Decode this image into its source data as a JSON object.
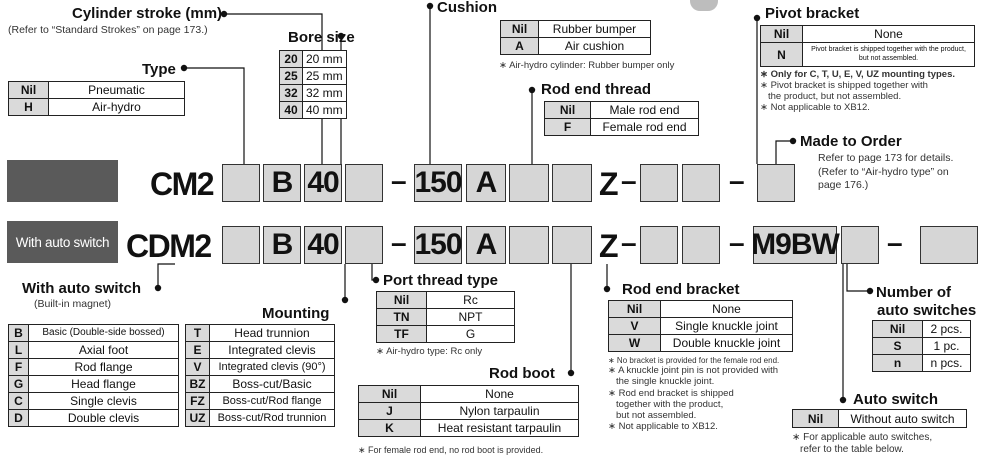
{
  "cylinder_stroke": {
    "title": "Cylinder stroke (mm)",
    "note": "(Refer to “Standard Strokes” on page 173.)"
  },
  "bore": {
    "title": "Bore size",
    "rows": [
      [
        "20",
        "20 mm"
      ],
      [
        "25",
        "25 mm"
      ],
      [
        "32",
        "32 mm"
      ],
      [
        "40",
        "40 mm"
      ]
    ]
  },
  "type": {
    "title": "Type",
    "rows": [
      [
        "Nil",
        "Pneumatic"
      ],
      [
        "H",
        "Air-hydro"
      ]
    ]
  },
  "cushion": {
    "title": "Cushion",
    "rows": [
      [
        "Nil",
        "Rubber bumper"
      ],
      [
        "A",
        "Air cushion"
      ]
    ],
    "note": "∗ Air-hydro cylinder: Rubber bumper only"
  },
  "pivot": {
    "title": "Pivot bracket",
    "rows": [
      [
        "Nil",
        "None"
      ],
      [
        "N",
        "Pivot bracket is shipped together with the product, but not assembled."
      ]
    ],
    "notes": [
      "∗ Only for C, T, U, E, V, UZ mounting types.",
      "∗ Pivot bracket is shipped together with",
      "the product, but not assembled.",
      "∗ Not applicable to XB12."
    ]
  },
  "rod_end_thread": {
    "title": "Rod end thread",
    "rows": [
      [
        "Nil",
        "Male rod end"
      ],
      [
        "F",
        "Female rod end"
      ]
    ]
  },
  "mto": {
    "title": "Made to Order",
    "notes": [
      "Refer to page 173 for details.",
      "(Refer to “Air-hydro type” on",
      "page 176.)"
    ]
  },
  "code1": {
    "prefix": "CM2",
    "mount": "B",
    "bore": "40",
    "dash": "–",
    "stroke": "150",
    "cushion": "A",
    "z": "Z",
    "dash2": "–",
    "dash3": "–"
  },
  "code2": {
    "label": "With auto switch",
    "prefix": "CDM2",
    "mount": "B",
    "bore": "40",
    "dash": "–",
    "stroke": "150",
    "cushion": "A",
    "z": "Z",
    "dash2": "–",
    "sw": "M9BW",
    "dash3": "–"
  },
  "with_auto_switch": {
    "title": "With auto switch",
    "note": "(Built-in magnet)"
  },
  "mounting": {
    "title": "Mounting",
    "left": [
      [
        "B",
        "Basic (Double-side bossed)"
      ],
      [
        "L",
        "Axial foot"
      ],
      [
        "F",
        "Rod flange"
      ],
      [
        "G",
        "Head flange"
      ],
      [
        "C",
        "Single clevis"
      ],
      [
        "D",
        "Double clevis"
      ]
    ],
    "right": [
      [
        "T",
        "Head trunnion"
      ],
      [
        "E",
        "Integrated clevis"
      ],
      [
        "V",
        "Integrated clevis (90°)"
      ],
      [
        "BZ",
        "Boss-cut/Basic"
      ],
      [
        "FZ",
        "Boss-cut/Rod flange"
      ],
      [
        "UZ",
        "Boss-cut/Rod trunnion"
      ]
    ]
  },
  "port": {
    "title": "Port thread type",
    "rows": [
      [
        "Nil",
        "Rc"
      ],
      [
        "TN",
        "NPT"
      ],
      [
        "TF",
        "G"
      ]
    ],
    "note": "∗ Air-hydro type: Rc only"
  },
  "rod_boot": {
    "title": "Rod boot",
    "rows": [
      [
        "Nil",
        "None"
      ],
      [
        "J",
        "Nylon tarpaulin"
      ],
      [
        "K",
        "Heat resistant tarpaulin"
      ]
    ],
    "note": "∗ For female rod end, no rod boot is provided."
  },
  "rod_end_bracket": {
    "title": "Rod end bracket",
    "rows": [
      [
        "Nil",
        "None"
      ],
      [
        "V",
        "Single knuckle joint"
      ],
      [
        "W",
        "Double knuckle joint"
      ]
    ],
    "notes": [
      "∗ No bracket is provided for the female rod end.",
      "∗ A knuckle joint pin is not provided with",
      "the single knuckle joint.",
      "∗ Rod end bracket is shipped",
      "together with the product,",
      "but not assembled.",
      "∗ Not applicable to XB12."
    ]
  },
  "num_switches": {
    "title1": "Number of",
    "title2": "auto switches",
    "rows": [
      [
        "Nil",
        "2 pcs."
      ],
      [
        "S",
        "1 pc."
      ],
      [
        "n",
        "n pcs."
      ]
    ]
  },
  "auto_switch": {
    "title": "Auto switch",
    "rows": [
      [
        "Nil",
        "Without auto switch"
      ]
    ],
    "notes": [
      "∗ For applicable auto switches,",
      "refer to the table below."
    ]
  }
}
